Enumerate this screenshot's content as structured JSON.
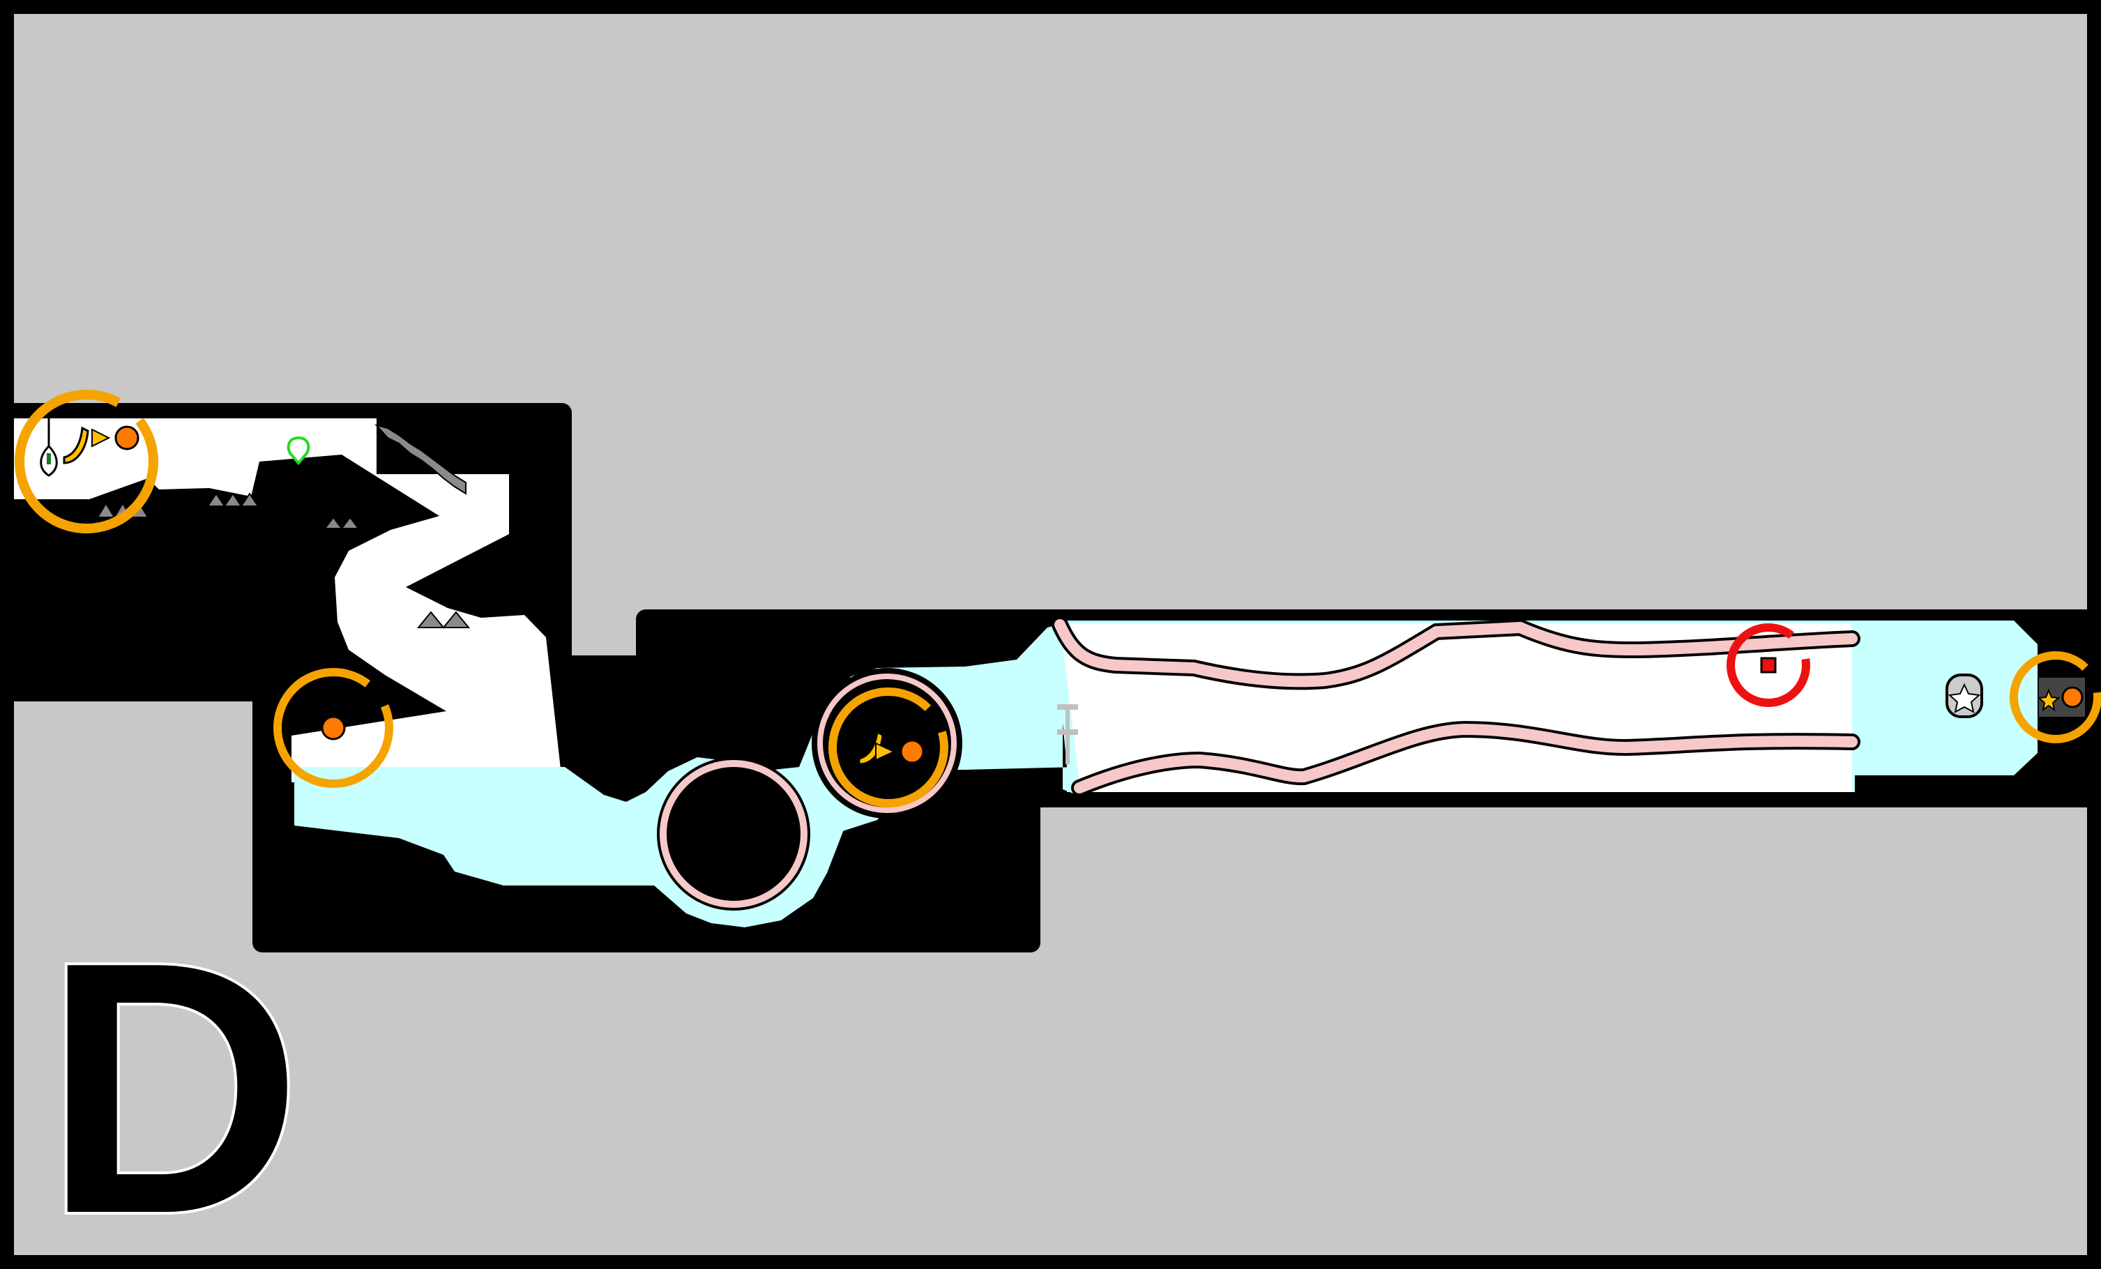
{
  "map": {
    "section_label": "D",
    "colors": {
      "border": "#000000",
      "background": "#c8c8c8",
      "wall": "#000000",
      "open_area": "#ffffff",
      "water": "#c8ffff",
      "pipe": "#f6c8c8",
      "ring_orange": "#f5a300",
      "ring_red": "#ee1111",
      "banana": "#ffc000",
      "coin": "#ff7a00",
      "spike": "#8a8a8a",
      "spawn_marker": "#22dd22"
    },
    "markers": [
      {
        "id": "bonus-ring-1",
        "icon": "banana-to-coin-icon",
        "ring": "orange"
      },
      {
        "id": "bonus-ring-2",
        "icon": "coin-icon",
        "ring": "orange"
      },
      {
        "id": "bonus-ring-3",
        "icon": "banana-to-coin-icon",
        "ring": "orange"
      },
      {
        "id": "bonus-ring-4",
        "icon": "star-to-coin-icon",
        "ring": "orange"
      },
      {
        "id": "enemy-ring",
        "icon": "enemy-box-icon",
        "ring": "red"
      },
      {
        "id": "spawn-point",
        "icon": "spawn-marker-icon"
      },
      {
        "id": "goal-badge",
        "icon": "star-badge-icon"
      },
      {
        "id": "hint-balloon",
        "icon": "exclamation-balloon-icon"
      },
      {
        "id": "checkpoint-post",
        "icon": "signpost-icon"
      }
    ]
  }
}
